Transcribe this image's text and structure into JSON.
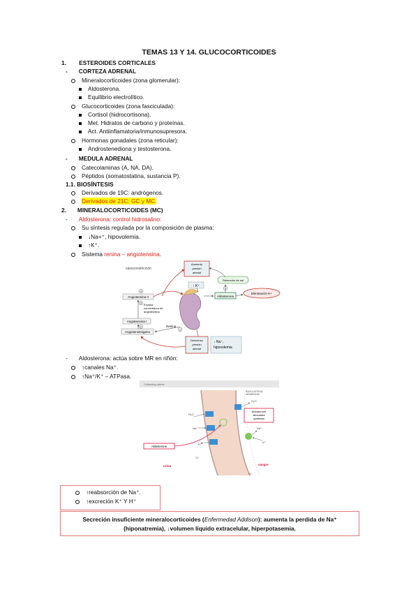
{
  "title": "TEMAS 13 Y 14. GLUCOCORTICOIDES",
  "s1": {
    "num": "1.",
    "heading": "ESTEROIDES CORTICALES"
  },
  "corteza": "CORTEZA ADRENAL",
  "mineralo": "Mineralocorticoides (zona glomerular):",
  "mineralo_items": [
    "Aldosterona.",
    "Equilibrio electrolítico."
  ],
  "gluco": "Glucocorticoides (zona fasciculada):",
  "gluco_items": [
    "Cortisol (hidrocortisona).",
    "Met. Hidratos de carbono y proteínas.",
    "Act. Antiinflamatoria/inmunosupresora."
  ],
  "gonadales": "Hormonas gonadales (zona reticular):",
  "gonadales_items": [
    "Androstenediona y testosterona."
  ],
  "medula": "MEDULA ADRENAL",
  "medula_items": [
    "Catecolaminas (A, NA, DA).",
    "Péptidos (somatostatina, sustancia P)."
  ],
  "s11": {
    "num": "1.1.",
    "heading": "BIOSÍNTESIS"
  },
  "bio_items": [
    "Derivados de 19C: andrógenos.",
    "Derivados de 21C: GC y MC."
  ],
  "s2": {
    "num": "2.",
    "heading": "MINERALOCORTICOIDES (MC)"
  },
  "aldo_control": "Aldosterona: control hidrosalino:",
  "sintesis": "Su síntesis regulada por la composición de plasma:",
  "sintesis_items": [
    "↓Na+⁺, hipovolemia.",
    "↑K⁺."
  ],
  "sistema_prefix": "Sistema ",
  "sistema_red": "renina – angiotensina",
  "sistema_suffix": ".",
  "diagram1": {
    "vasoconstriccion": "vasoconstricción",
    "aumento": [
      "Aumento",
      "presión",
      "arterial"
    ],
    "retencion": "Retención de sal",
    "uk": "↑ K⁺",
    "aldosterona": "Aldosterona",
    "eliminacion": "Eliminación K+",
    "ang2": "Angiotensina II",
    "enzima": [
      "Enzima",
      "convertidora de",
      "angiotensina"
    ],
    "ang1": "Angiotensina I",
    "renina": "Renina",
    "angiotensinogeno": "Angiotensinógeno",
    "descenso": [
      "Descenso",
      "presión",
      "arterial"
    ],
    "na_hipo": [
      "↓ Na⁺,",
      "hipovolemia"
    ],
    "n1": "1",
    "n2": "2",
    "n3": "3",
    "n4": "4",
    "n5": "5"
  },
  "aldo_actua": "Aldosterona: actúa sobre MR en riñón:",
  "actua_items": [
    "↑canales Na⁺.",
    "↑Na⁺/K⁺ – ATPasa."
  ],
  "diagram2": {
    "header": "Collecting tubule",
    "basolateral": [
      "BASOLATERAL",
      "MEMBRANE"
    ],
    "aldo_box": [
      "Aldosterone",
      "stimulates",
      "synthesis"
    ],
    "aldosterone": "Aldosterone",
    "orina": "orina",
    "sangre": "sangre",
    "h2o": "H₂O",
    "na": "Na⁺",
    "k": "K⁺",
    "cl": "Cl⁻"
  },
  "box1_items": [
    "↑reabsorción de Na⁺.",
    "↑excreción K⁺ Y H⁺"
  ],
  "box2": {
    "pre": "Secreción insuficiente mineralocorticoides (",
    "italic": "Enfermedad Addison",
    "post": "): aumenta la perdida de Na⁺",
    "line2": "(hiponatremia), ↓volumen líquido extracelular, hiperpotasemia."
  }
}
